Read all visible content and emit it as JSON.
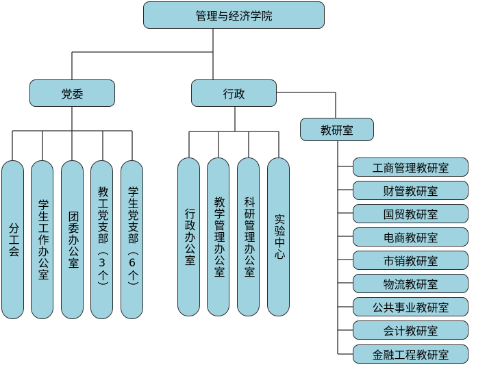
{
  "root": "管理与经济学院",
  "branches": {
    "dangwei": {
      "label": "党委",
      "children": [
        "分工会",
        "学生工作办公室",
        "团委办公室",
        "教工党支部（3个）",
        "学生党支部（6个）"
      ]
    },
    "xingzheng": {
      "label": "行政",
      "children": [
        "行政办公室",
        "教学管理办公室",
        "科研管理办公室",
        "实验中心"
      ]
    },
    "jiaoyanshi": {
      "label": "教研室",
      "children": [
        "工商管理教研室",
        "财管教研室",
        "国贸教研室",
        "电商教研室",
        "市销教研室",
        "物流教研室",
        "公共事业教研室",
        "会计教研室",
        "金融工程教研室"
      ]
    }
  },
  "colors": {
    "box_fill": "#9fd3e0",
    "line": "#2b2b2b"
  }
}
